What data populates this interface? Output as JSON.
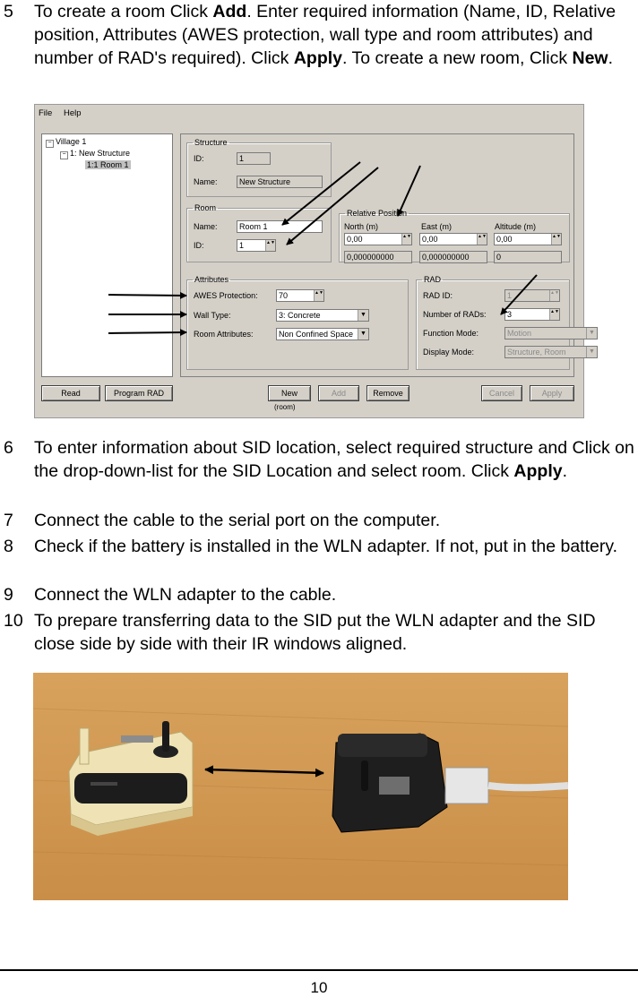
{
  "steps": [
    {
      "num": "5",
      "parts": [
        "To create a room Click ",
        "Add",
        ". Enter required information (Name, ID, Relative position, Attributes (AWES protection, wall type and room attributes) and number of RAD's required). Click ",
        "Apply",
        ". To create a new room, Click ",
        "New",
        "."
      ]
    },
    {
      "num": "6",
      "parts": [
        "To enter information about SID location, select required structure and Click on the drop-down-list for the SID Location and select room. Click ",
        "Apply",
        "."
      ]
    },
    {
      "num": "7",
      "text": "Connect the cable to the serial port on the computer."
    },
    {
      "num": "8",
      "text": "Check if the battery is installed in the WLN adapter. If not, put in the battery."
    },
    {
      "num": "9",
      "text": "Connect the WLN adapter to the cable."
    },
    {
      "num": "10",
      "text": "To prepare transferring data to the SID put the WLN adapter and the SID close side by side with their IR windows aligned."
    }
  ],
  "screenshot": {
    "menu": [
      "File",
      "Help"
    ],
    "tree": [
      "Village 1",
      "1: New Structure",
      "1:1 Room 1"
    ],
    "tree_signs": [
      "−",
      "−"
    ],
    "structure": {
      "legend": "Structure",
      "id_label": "ID:",
      "id_value": "1",
      "name_label": "Name:",
      "name_value": "New Structure"
    },
    "room": {
      "legend": "Room",
      "name_label": "Name:",
      "name_value": "Room 1",
      "id_label": "ID:",
      "id_value": "1"
    },
    "relpos": {
      "legend": "Relative Position",
      "north_label": "North (m)",
      "east_label": "East (m)",
      "alt_label": "Altitude (m)",
      "north": "0,00",
      "east": "0,00",
      "alt": "0,00",
      "north_ro": "0,000000000",
      "east_ro": "0,000000000",
      "alt_ro": "0"
    },
    "attributes": {
      "legend": "Attributes",
      "awes_label": "AWES Protection:",
      "awes_value": "70",
      "wall_label": "Wall Type:",
      "wall_value": "3: Concrete",
      "roomattr_label": "Room Attributes:",
      "roomattr_value": "Non Confined Space"
    },
    "rad": {
      "legend": "RAD",
      "id_label": "RAD ID:",
      "id_value": "1",
      "num_label": "Number of RADs:",
      "num_value": "3",
      "func_label": "Function Mode:",
      "func_value": "Motion",
      "disp_label": "Display Mode:",
      "disp_value": "Structure, Room"
    },
    "buttons": {
      "read": "Read",
      "program_rad": "Program RAD",
      "new": "New",
      "new_sub": "(room)",
      "add": "Add",
      "remove": "Remove",
      "cancel": "Cancel",
      "apply": "Apply"
    },
    "spin_glyph": "▲▼",
    "dd_glyph": "▼"
  },
  "footer": {
    "page": "10"
  }
}
